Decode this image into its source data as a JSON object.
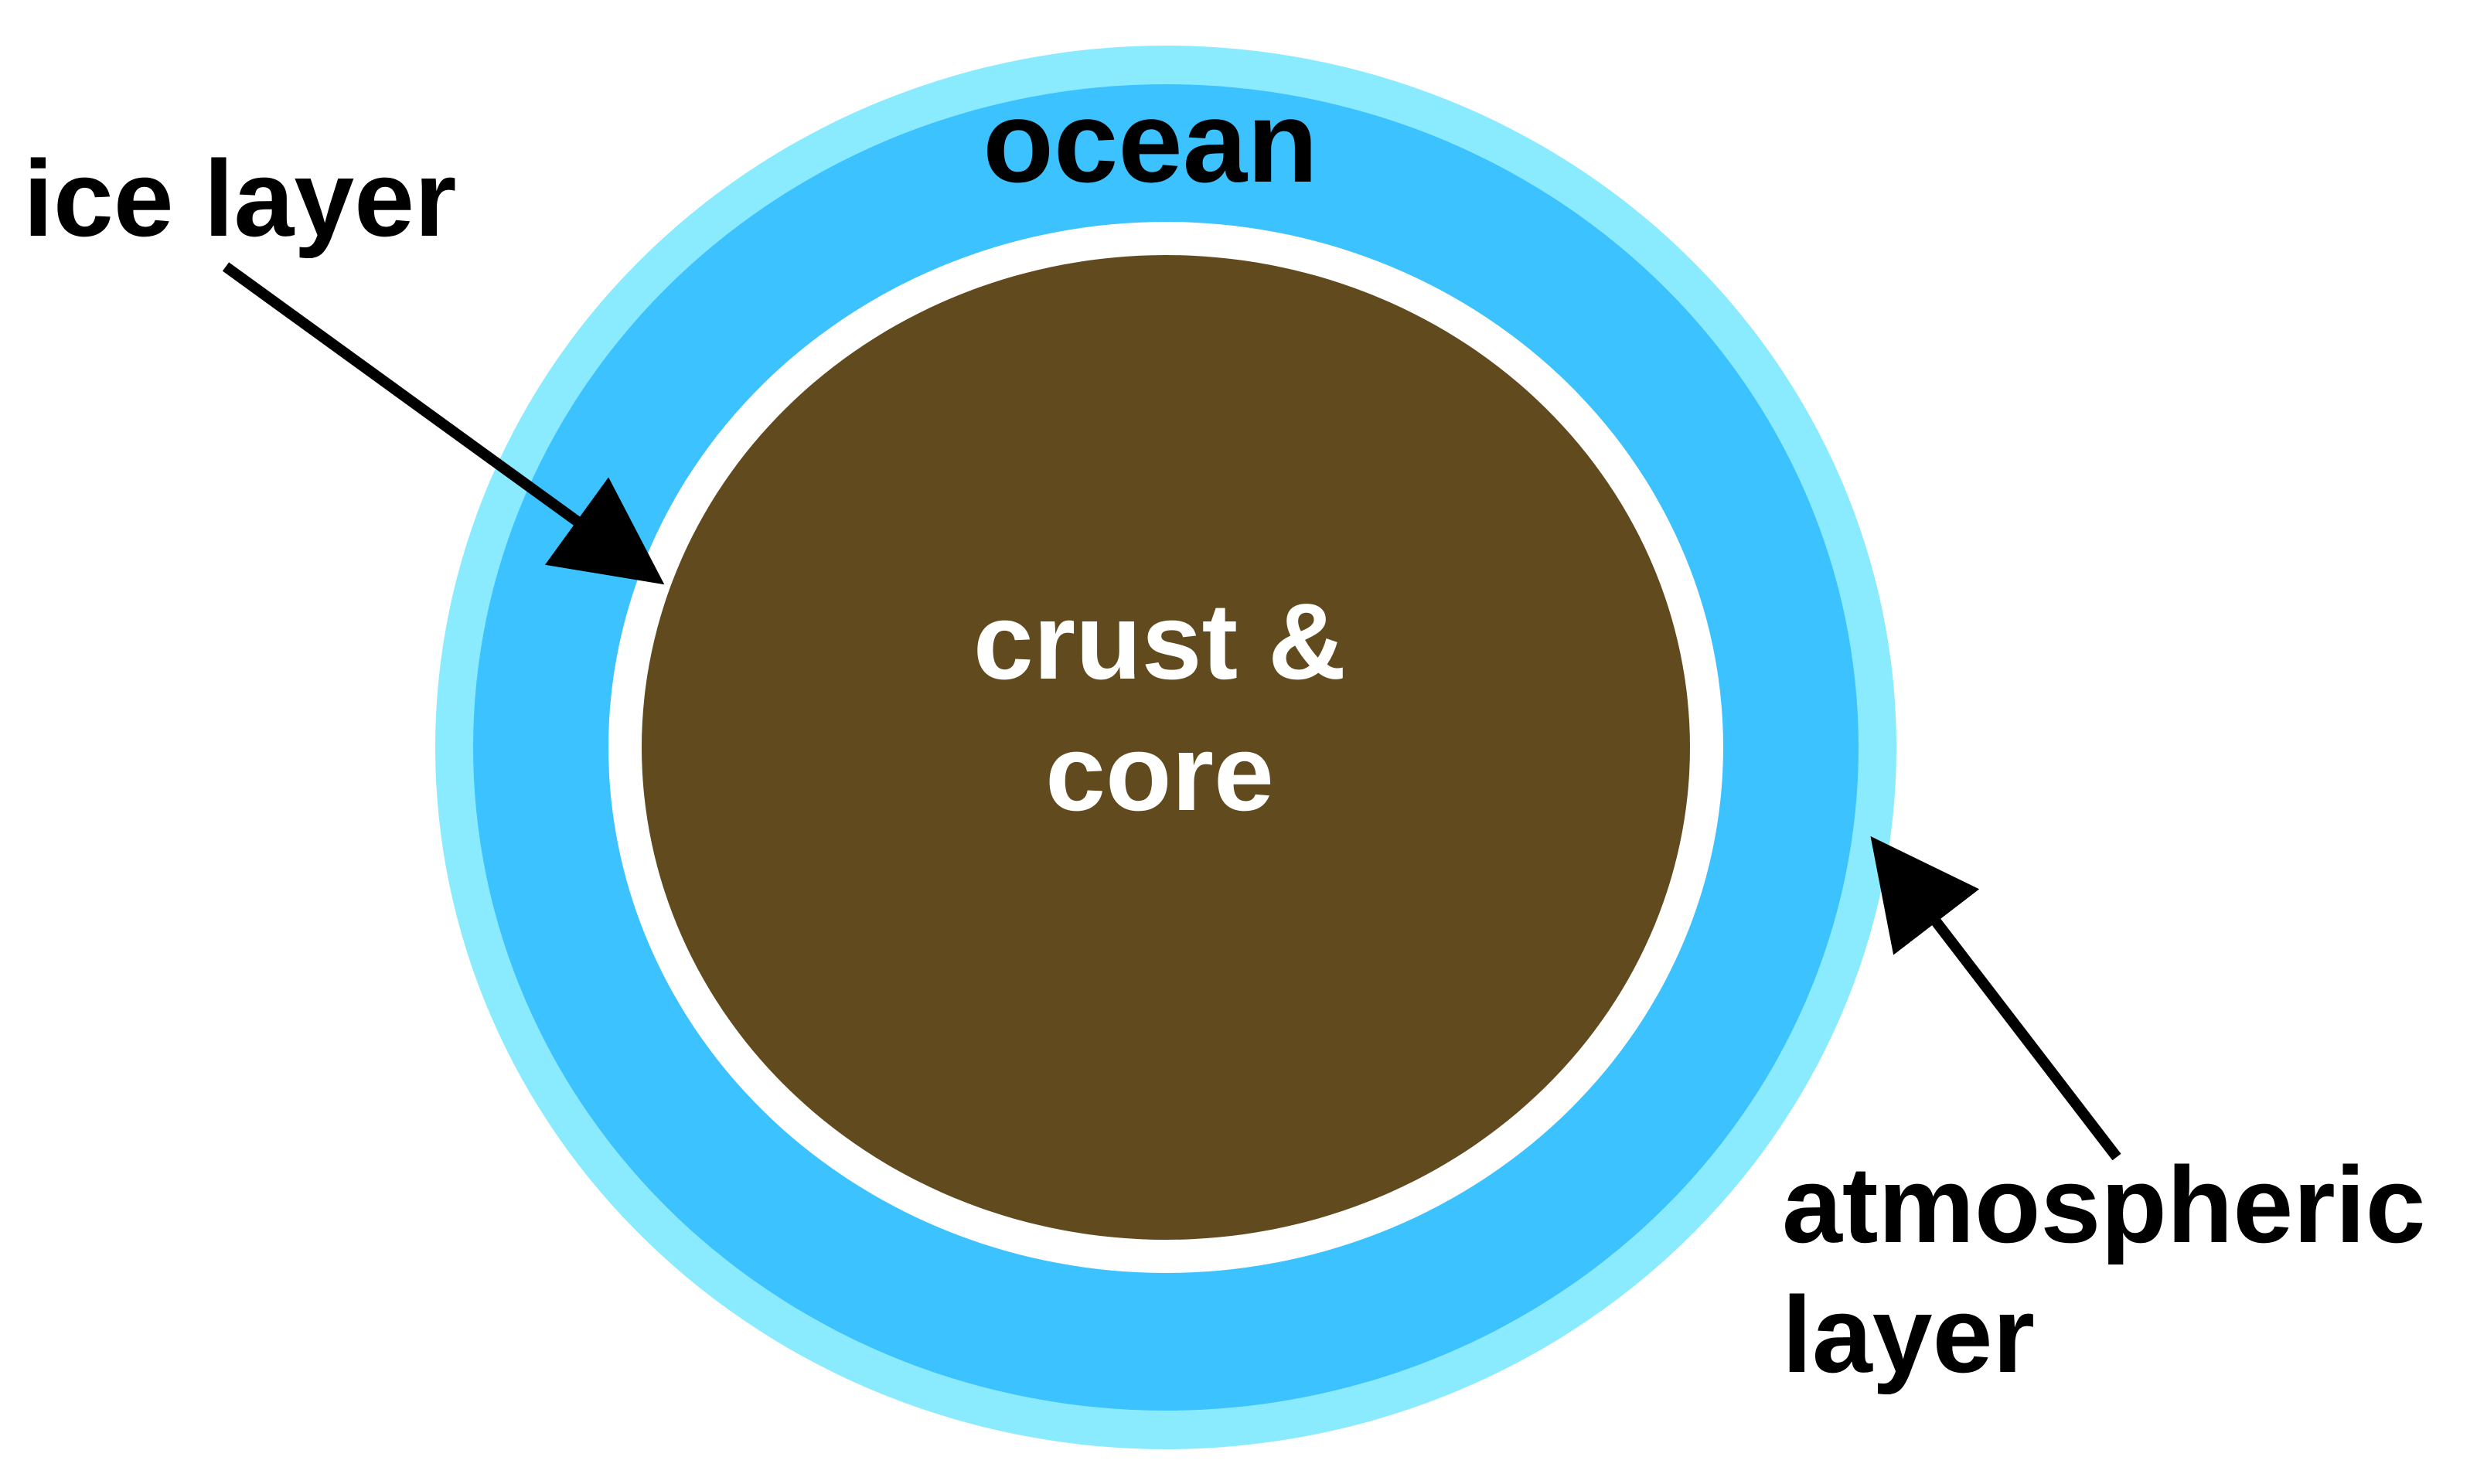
{
  "labels": {
    "ocean": "ocean",
    "ice_layer": "ice layer",
    "core_line1": "crust &",
    "core_line2": "core",
    "atmospheric_line1": "atmospheric",
    "atmospheric_line2": "layer"
  },
  "colors": {
    "atmospheric_layer": "#8AEBFF",
    "ocean": "#3CC2FF",
    "ice_layer": "#FFFFFF",
    "core": "#604A1E",
    "core_text": "#FFFFFF",
    "label_text": "#000000",
    "arrow": "#000000"
  }
}
